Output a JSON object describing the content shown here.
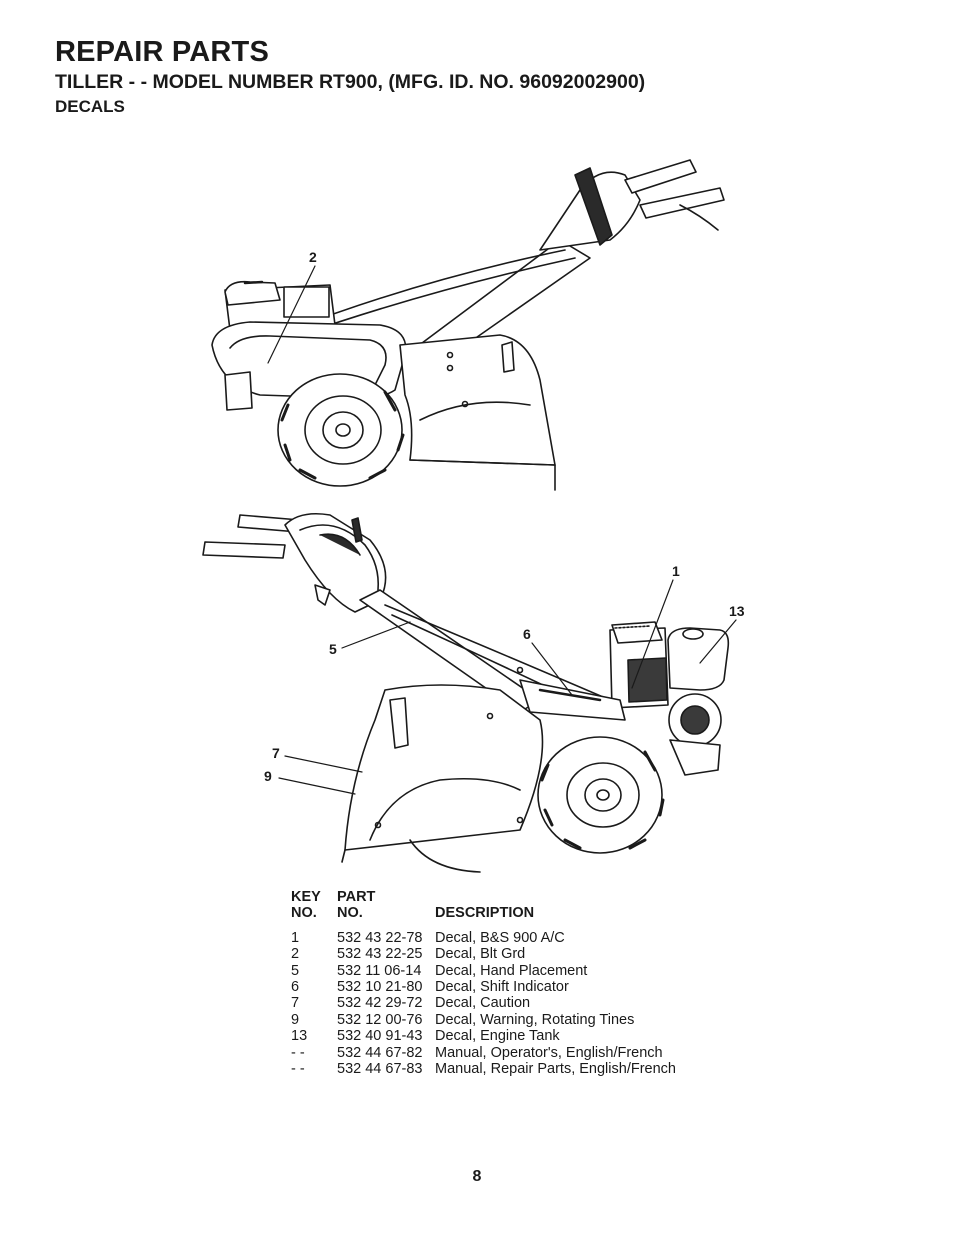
{
  "header": {
    "title": "REPAIR PARTS",
    "subtitle": "TILLER - - MODEL NUMBER RT900, (MFG. ID. NO. 96092002900)",
    "section": "DECALS"
  },
  "illustration": {
    "callouts": [
      "2",
      "1",
      "13",
      "6",
      "5",
      "7",
      "9"
    ]
  },
  "parts_table": {
    "headers": {
      "key_top": "KEY",
      "key_bottom": "NO.",
      "part_top": "PART",
      "part_bottom": "NO.",
      "description": "DESCRIPTION"
    },
    "rows": [
      {
        "key": "1",
        "part": "532 43 22-78",
        "description": "Decal, B&S 900 A/C"
      },
      {
        "key": "2",
        "part": "532 43 22-25",
        "description": "Decal, Blt Grd"
      },
      {
        "key": "5",
        "part": "532 11 06-14",
        "description": "Decal, Hand Placement"
      },
      {
        "key": "6",
        "part": "532 10 21-80",
        "description": "Decal, Shift Indicator"
      },
      {
        "key": "7",
        "part": "532 42 29-72",
        "description": "Decal, Caution"
      },
      {
        "key": "9",
        "part": "532 12 00-76",
        "description": "Decal, Warning, Rotating Tines"
      },
      {
        "key": "13",
        "part": "532 40 91-43",
        "description": "Decal, Engine Tank"
      },
      {
        "key": "- -",
        "part": "532 44 67-82",
        "description": "Manual, Operator's, English/French"
      },
      {
        "key": "- -",
        "part": "532 44 67-83",
        "description": "Manual, Repair Parts, English/French"
      }
    ]
  },
  "footer": {
    "page_number": "8"
  }
}
